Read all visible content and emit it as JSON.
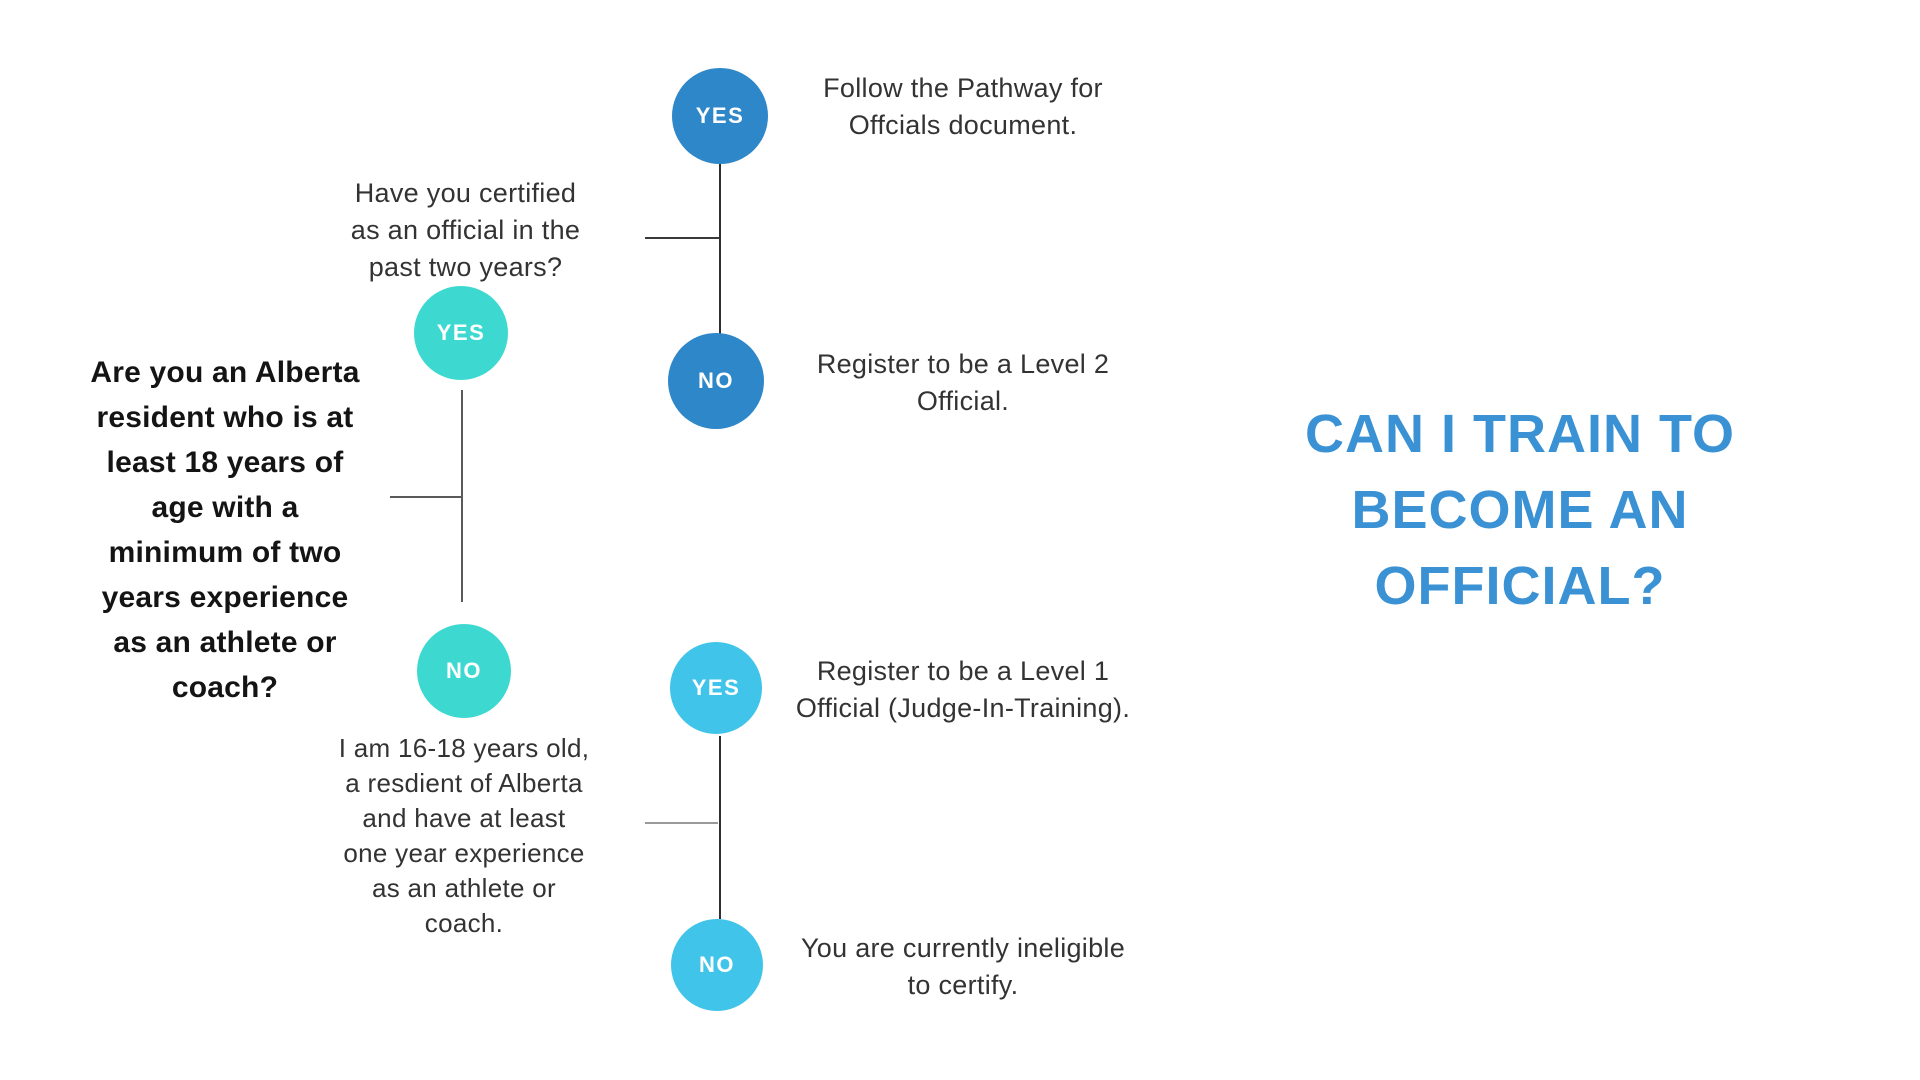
{
  "title": {
    "text": "CAN I TRAIN TO\nBECOME AN\nOFFICIAL?"
  },
  "colors": {
    "blue": "#2e87c8",
    "teal": "#3dd9d0",
    "light_blue": "#41c4ea",
    "title_blue": "#3a92d4"
  },
  "flowchart": {
    "main_question": "Are you an Alberta\nresident who is at\nleast 18 years of\nage with a\nminimum of two\nyears experience\nas an athlete or\ncoach?",
    "branch_yes": {
      "label": "YES",
      "question": "Have you certified\nas an official in the\npast two years?",
      "outcome_yes": {
        "label": "YES",
        "result": "Follow the Pathway for\nOffcials document."
      },
      "outcome_no": {
        "label": "NO",
        "result": "Register to be a Level 2\nOfficial."
      }
    },
    "branch_no": {
      "label": "NO",
      "statement": "I am 16-18 years old,\na resdient of Alberta\nand have at least\none year experience\nas an athlete or\ncoach.",
      "outcome_yes": {
        "label": "YES",
        "result": "Register to be a Level 1\nOfficial (Judge-In-Training)."
      },
      "outcome_no": {
        "label": "NO",
        "result": "You are currently ineligible\nto certify."
      }
    }
  }
}
